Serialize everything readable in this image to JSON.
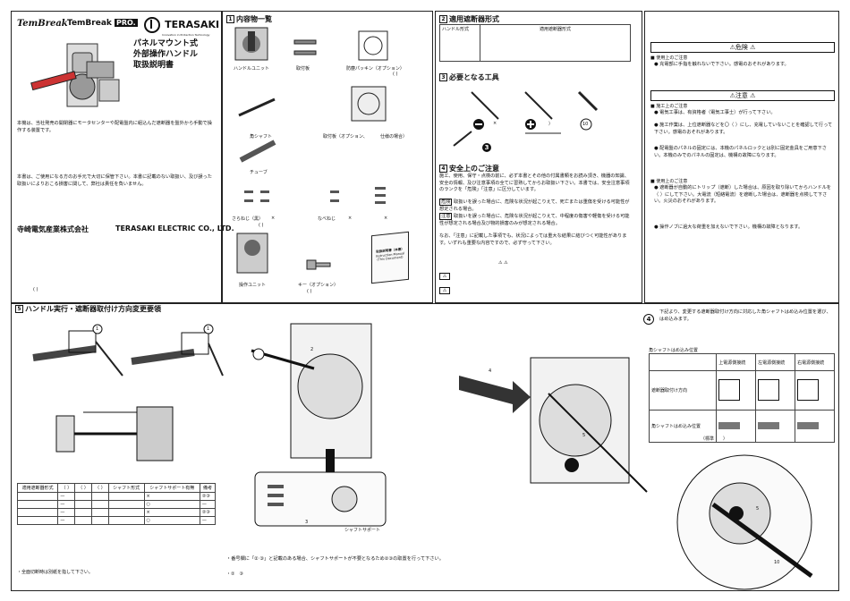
{
  "cover": {
    "logo_tembreak": "TemBreak",
    "logo_tembreak_pro": "TemBreak",
    "logo_pro_badge": "PRO.",
    "logo_terasaki": "TERASAKI",
    "logo_terasaki_sub": "Innovation in Protection Technology",
    "title_line1": "パネルマウント式",
    "title_line2": "外部操作ハンドル",
    "title_line3": "取扱説明書",
    "desc1": "本機は、当社発売の開閉器にモータセンターや配電盤内に組込んだ遮断器を盤外から手動で操作する装置です。",
    "desc2": "本書は、ご使用になる方のお手元で大切に保管下さい。本書に記載のない取扱い、及び誤った取扱いによりおこる損害に関して、弊社は責任を負いません。",
    "company_jp": "寺崎電気産業株式会社",
    "company_en": "TERASAKI ELECTRIC CO., LTD.",
    "doc_no": "(        )"
  },
  "contents": {
    "num": "1",
    "title": "内容物一覧",
    "items": [
      "ハンドルユニット",
      "取付板",
      "防塵パッキン（オプション）",
      "角シャフト",
      "取付板（オプション、",
      "仕様の場合）",
      "チューブ",
      "さらねじ（黒）",
      "なべねじ",
      "操作ユニット",
      "キー（オプション）"
    ],
    "paren1": "(        )",
    "paren2": "(        )",
    "paren3": "(        )",
    "x1": "×",
    "x2": "×",
    "x3": "×",
    "manual_title": "取扱説明書（本書）",
    "manual_en": "Instruction Manual (This Document)"
  },
  "applicable": {
    "num": "2",
    "title": "適用遮断器形式",
    "col1": "ハンドル形式",
    "col2": "適用遮断器形式"
  },
  "tools": {
    "num": "3",
    "title": "必要となる工具",
    "x_a": "×",
    "x_b": "）",
    "label_10": "10",
    "label_3": "3"
  },
  "safety": {
    "num": "4",
    "title": "安全上のご注意",
    "body": "施工、使用、保守・点検の前に、必ず本書とその他の付属書類をお読み頂き、機器の知識、安全の情報、及び注意事項の全てに習熟してからお取扱い下さい。本書では、安全注意事項のランクを「危険」「注意」に区分しています。",
    "danger_tag": "危険",
    "danger_text": "取扱いを誤った場合に、危険な状況が起こりえて、死亡または重傷を受ける可能性が想定される場合。",
    "caution_tag": "注意",
    "caution_text": "取扱いを誤った場合に、危険な状況が起こりえて、中程度の傷害や軽傷を受ける可能性が想定される場合及び物的損害のみが想定される場合。",
    "note": "なお、「注意」に記載した事項でも、状況によっては重大な結果に結びつく可能性があります。いずれも重要な内容ですので、必ず守って下さい。",
    "icons_row": "⚠            ⚠",
    "row1": "⚠",
    "row2": "⚠"
  },
  "warnings": {
    "danger_banner": "⚠危険    ⚠",
    "danger_head": "■ 使用上のご注意",
    "danger_item": "● 充電部に手指を触れないで下さい。感電のおそれがあります。",
    "caution_banner": "⚠注意    ⚠",
    "c_head1": "■ 施工上のご注意",
    "c1": "● 電気工事は、有資格者（電気工事士）が行って下さい。",
    "c2": "● 施工作業は、上位遮断器などを〇（    ）にし、充電していないことを確認して行って下さい。感電のおそれがあります。",
    "c3": "● 配電盤のパネルの固定には、本機のパネルロックとは別に固定金具をご用意下さい。本機のみでのパネルの固定は、機構の故障になります。",
    "c_head2": "■ 使用上のご注意",
    "c4": "● 遮断器が自動的にトリップ（遮断）した場合は、原因を取り除いてからハンドルを（    ）にして下さい。大電流（短絡電流）を遮断した場合は、遮断器を点検して下さい。火災のおそれがあります。",
    "c5": "● 操作ノブに過大な荷重を加えないで下さい。機構の故障となります。"
  },
  "procedure": {
    "num": "5",
    "title": "ハンドル実行・遮断器取付け方向変更要領",
    "step1": "1",
    "step2": "2",
    "step3": "3",
    "step4": "4",
    "step5": "5",
    "table_headers": [
      "適用遮断器形式",
      "（ ）",
      "（ ）",
      "（ ）",
      "シャフト形式",
      "シャフトサポート有無",
      "備考"
    ],
    "rows": [
      [
        "×",
        "②③"
      ],
      [
        "○",
        "—"
      ],
      [
        "×",
        "②③"
      ],
      [
        "○",
        "—"
      ]
    ],
    "dash": "—",
    "note1": "・全面切断時は別紙を指して下さい。",
    "shaft_support": "シャフトサポート",
    "ref_note": "・番号欄に「② ③」と記載のある場合、シャフトサポートが不要となるため②③の取置を行って下さい。",
    "ref_note2": "・②　③",
    "step4_note": "下記より、変更する遮断器取付け方向に対応した角シャフトはめ込み位置を選び、はめ込みます。",
    "angle_title": "角シャフトはめ込み位置",
    "angle_h1": "上電源側接続",
    "angle_h2": "左電源側接続",
    "angle_h3": "右電源側接続",
    "angle_r1": "遮断器取付け方向",
    "angle_r2": "角シャフトはめ込み位置",
    "standard": "（標準　　）",
    "label_10": "10"
  }
}
